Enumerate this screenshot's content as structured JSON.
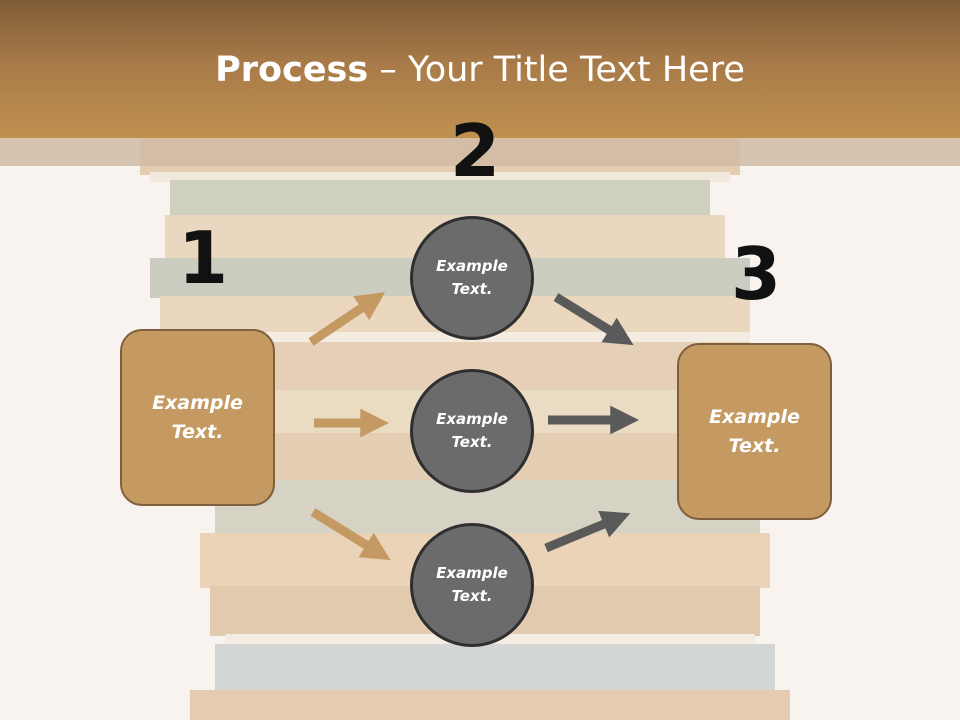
{
  "title": {
    "bold": "Process",
    "rest": " – Your Title Text Here"
  },
  "numbers": {
    "one": "1",
    "two": "2",
    "three": "3"
  },
  "left_box": {
    "line1": "Example",
    "line2": "Text."
  },
  "right_box": {
    "line1": "Example",
    "line2": "Text."
  },
  "circles": [
    {
      "line1": "Example",
      "line2": "Text."
    },
    {
      "line1": "Example",
      "line2": "Text."
    },
    {
      "line1": "Example",
      "line2": "Text."
    }
  ],
  "colors": {
    "header": "#a77a48",
    "box_fill": "#c49a62",
    "circle_fill": "#6b6b6b",
    "arrow_tan": "#c49a62",
    "arrow_gray": "#5a5a5a"
  }
}
